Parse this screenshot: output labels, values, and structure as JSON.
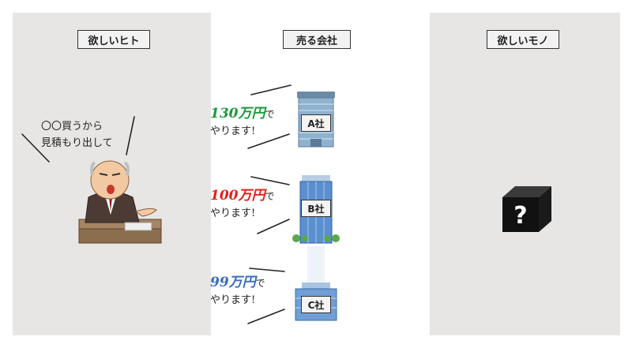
{
  "panels": {
    "left": {
      "label": "欲しいヒト"
    },
    "middle": {
      "label": "売る会社"
    },
    "right": {
      "label": "欲しいモノ"
    }
  },
  "buyer": {
    "speech_line1": "〇〇買うから",
    "speech_line2": "見積もり出して"
  },
  "companies": [
    {
      "name": "A社",
      "price": "130万円",
      "suffix": "で",
      "line2": "やります!",
      "price_color": "#1a9a3a"
    },
    {
      "name": "B社",
      "price": "100万円",
      "suffix": "で",
      "line2": "やります!",
      "price_color": "#e0201a"
    },
    {
      "name": "C社",
      "price": "99万円",
      "suffix": "で",
      "line2": "やります!",
      "price_color": "#3a6cc0"
    }
  ],
  "mystery_box": {
    "glyph": "?"
  },
  "icons": {
    "buyer": "businessman-icon",
    "building_a": "building-a-icon",
    "building_b": "building-b-icon",
    "building_c": "building-c-icon",
    "box": "mystery-box-icon"
  }
}
